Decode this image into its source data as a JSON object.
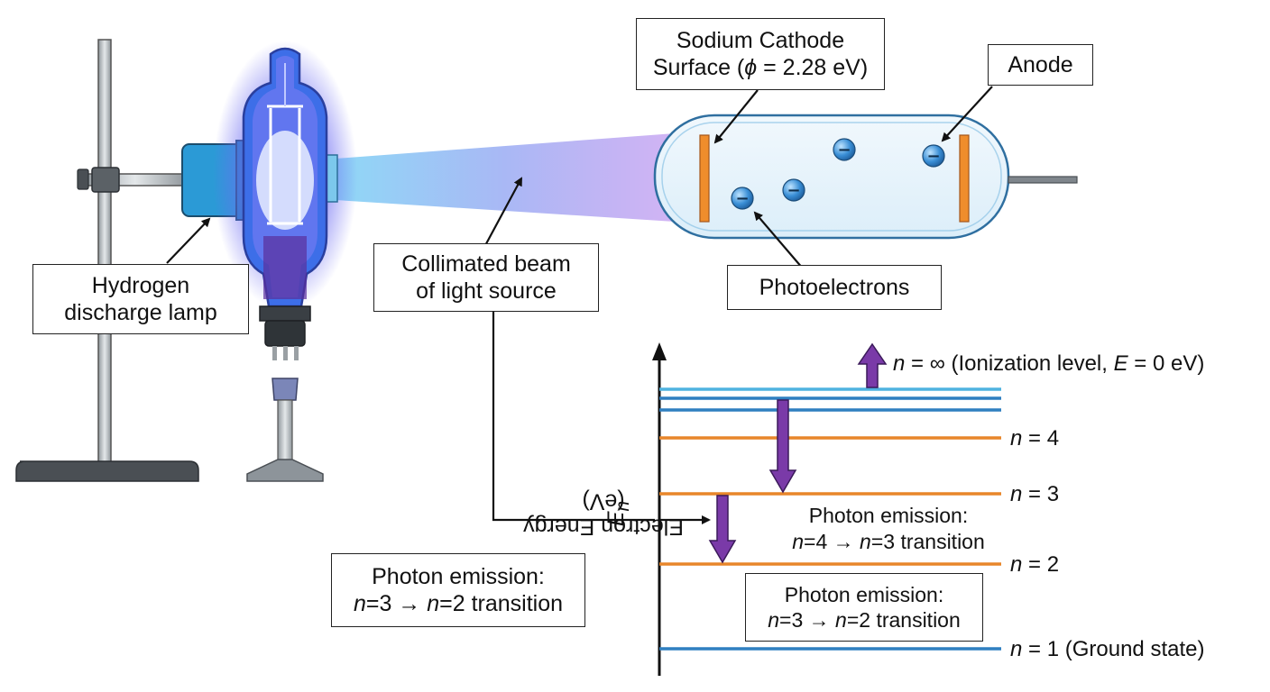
{
  "labels": {
    "cathode_line1": "Sodium Cathode",
    "cathode_line2_pre": "Surface (",
    "cathode_phi": "ϕ",
    "cathode_line2_post": " = 2.28 eV)",
    "anode": "Anode",
    "lamp_line1": "Hydrogen",
    "lamp_line2": "discharge lamp",
    "beam_line1": "Collimated beam",
    "beam_line2": "of light source",
    "photoelectrons": "Photoelectrons",
    "electron_charge": "−"
  },
  "axis": {
    "title_pre": "Electron Energy ",
    "title_E": "E",
    "title_n": "n",
    "title_post": " (eV)"
  },
  "levels": {
    "ionization_n": "n",
    "ionization_rest": " = ∞ (Ionization level, ",
    "ionization_E": "E",
    "ionization_end": " = 0 eV)",
    "n4_n": "n",
    "n4_rest": " = 4",
    "n3_n": "n",
    "n3_rest": " = 3",
    "n2_n": "n",
    "n2_rest": " = 2",
    "n1_n": "n",
    "n1_rest": " = 1 (Ground state)"
  },
  "emission_43": {
    "line1": "Photon emission:",
    "n_a": "n",
    "mid": "=4 → ",
    "n_b": "n",
    "end": "=3 transition"
  },
  "emission_32_box": {
    "line1": "Photon emission:",
    "n_a": "n",
    "mid": "=3 → ",
    "n_b": "n",
    "end": "=2 transition"
  },
  "emission_32_left": {
    "line1": "Photon emission:",
    "n_a": "n",
    "mid": "=3 → ",
    "n_b": "n",
    "end": "=2 transition"
  },
  "colors": {
    "orange_level": "#e8862a",
    "blue_level": "#2f7fc0",
    "light_blue_level": "#4fb3e0",
    "arrow_purple": "#7a3aa8",
    "lamp_glow": "#5d5cf0"
  }
}
